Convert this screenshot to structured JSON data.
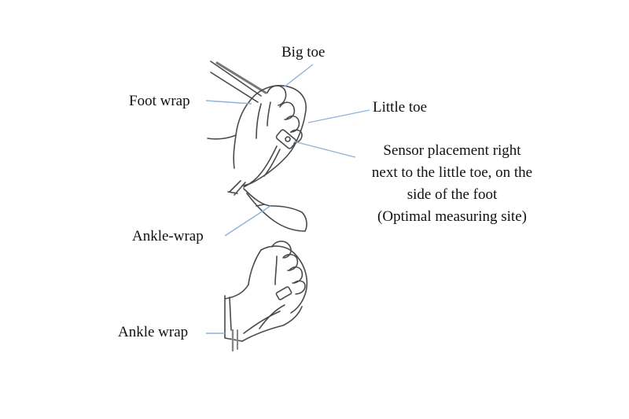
{
  "labels": {
    "big_toe": "Big toe",
    "foot_wrap": "Foot wrap",
    "little_toe": "Little toe",
    "sensor_line1": "Sensor placement right",
    "sensor_line2": "next to the little toe, on the",
    "sensor_line3": "side of the foot",
    "sensor_line4": "(Optimal measuring site)",
    "ankle_wrap_hyphen": "Ankle-wrap",
    "ankle_wrap": "Ankle wrap"
  },
  "colors": {
    "leader_line": "#8fb4d9",
    "drawing_stroke": "#4a4a4a",
    "text": "#111111"
  }
}
